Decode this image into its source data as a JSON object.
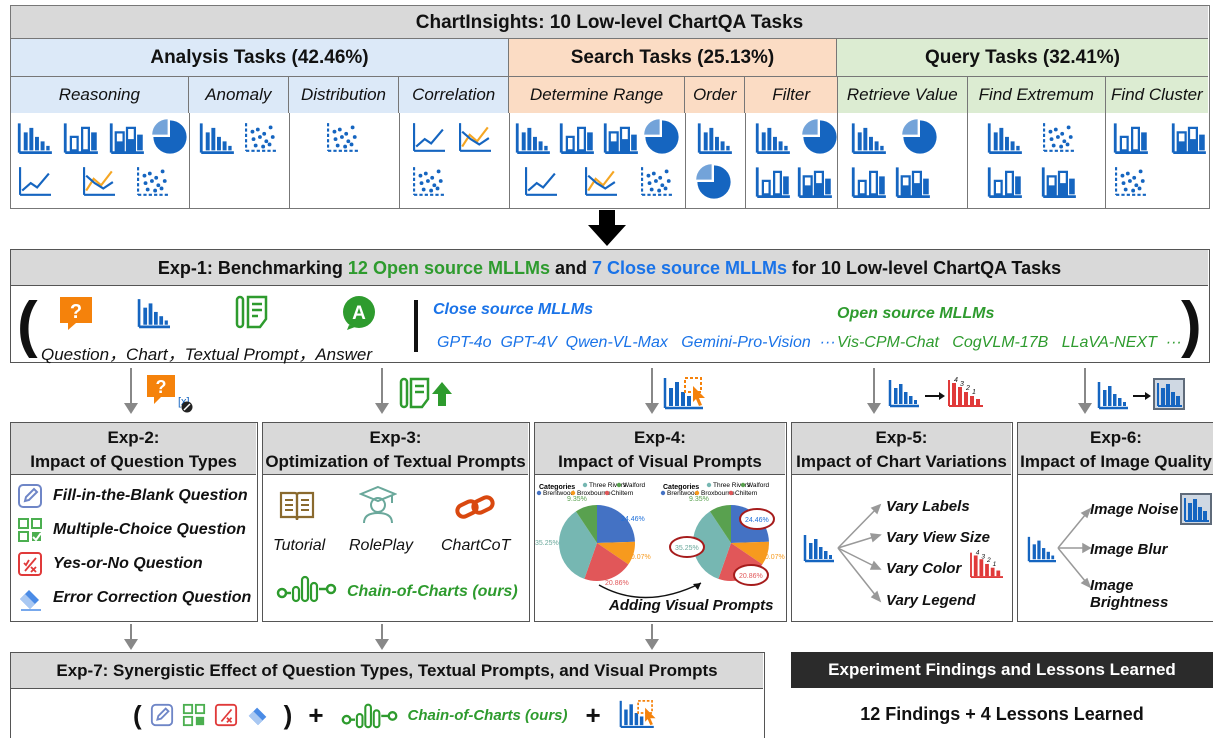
{
  "title": "ChartInsights: 10 Low-level ChartQA Tasks",
  "groups": {
    "analysis": {
      "label": "Analysis Tasks (42.46%)",
      "color": "#dce9f8"
    },
    "search": {
      "label": "Search Tasks (25.13%)",
      "color": "#fbdcc4"
    },
    "query": {
      "label": "Query Tasks (32.41%)",
      "color": "#dcecd2"
    }
  },
  "tasks": [
    "Reasoning",
    "Anomaly",
    "Distribution",
    "Correlation",
    "Determine Range",
    "Order",
    "Filter",
    "Retrieve Value",
    "Find Extremum",
    "Find Cluster"
  ],
  "exp1": {
    "prefix": "Exp-1: Benchmarking ",
    "open": "12 Open source MLLMs",
    "and": " and ",
    "close": "7 Close source MLLMs",
    "suffix": " for 10 Low-level ChartQA Tasks",
    "input_labels": [
      "Question",
      "Chart",
      "Textual Prompt",
      "Answer"
    ],
    "close_title": "Close source MLLMs",
    "close_models": [
      "GPT-4o",
      "GPT-4V",
      "Qwen-VL-Max",
      "Gemini-Pro-Vision",
      "···"
    ],
    "open_title": "Open source MLLMs",
    "open_models": [
      "Vis-CPM-Chat",
      "CogVLM-17B",
      "LLaVA-NEXT",
      "···"
    ]
  },
  "exp2": {
    "title": "Exp-2:",
    "subtitle": "Impact of Question Types",
    "items": [
      "Fill-in-the-Blank Question",
      "Multiple-Choice Question",
      "Yes-or-No Question",
      "Error Correction Question"
    ]
  },
  "exp3": {
    "title": "Exp-3:",
    "subtitle": "Optimization of Textual Prompts",
    "items": [
      "Tutorial",
      "RolePlay",
      "ChartCoT"
    ],
    "ours": "Chain-of-Charts (ours)"
  },
  "exp4": {
    "title": "Exp-4:",
    "subtitle": "Impact of Visual Prompts",
    "legend_title": "Categories",
    "legend_items": [
      "Three Rivers",
      "Walford",
      "Brentwood",
      "Broxbourne",
      "Chiltern"
    ],
    "pie_labels": [
      "24.46%",
      "35.25%",
      "9.35%",
      "10.07%",
      "20.86%"
    ],
    "pie_values": [
      24.46,
      10.07,
      20.86,
      35.25,
      9.35
    ],
    "caption": "Adding Visual Prompts"
  },
  "exp5": {
    "title": "Exp-5:",
    "subtitle": "Impact of Chart Variations",
    "items": [
      "Vary Labels",
      "Vary View Size",
      "Vary Color",
      "Vary Legend"
    ],
    "mini_labels": [
      "4",
      "3",
      "2",
      "1"
    ]
  },
  "exp6": {
    "title": "Exp-6:",
    "subtitle": "Impact of Image Quality",
    "items": [
      "Image Noise",
      "Image Blur",
      "Image Brightness"
    ]
  },
  "exp7": {
    "title": "Exp-7: Synergistic Effect of Question Types, Textual Prompts, and Visual Prompts",
    "open_paren": "(",
    "close_paren": ")",
    "plus": "+",
    "ours": "Chain-of-Charts (ours)"
  },
  "findings": {
    "title": "Experiment Findings and Lessons Learned",
    "text": "12 Findings + 4 Lessons Learned"
  },
  "colors": {
    "chart_blue": "#1565c0",
    "pie_blue": "#1e6fd9",
    "green": "#2e9b2e",
    "orange": "#f5820b",
    "red": "#e03a3a"
  }
}
